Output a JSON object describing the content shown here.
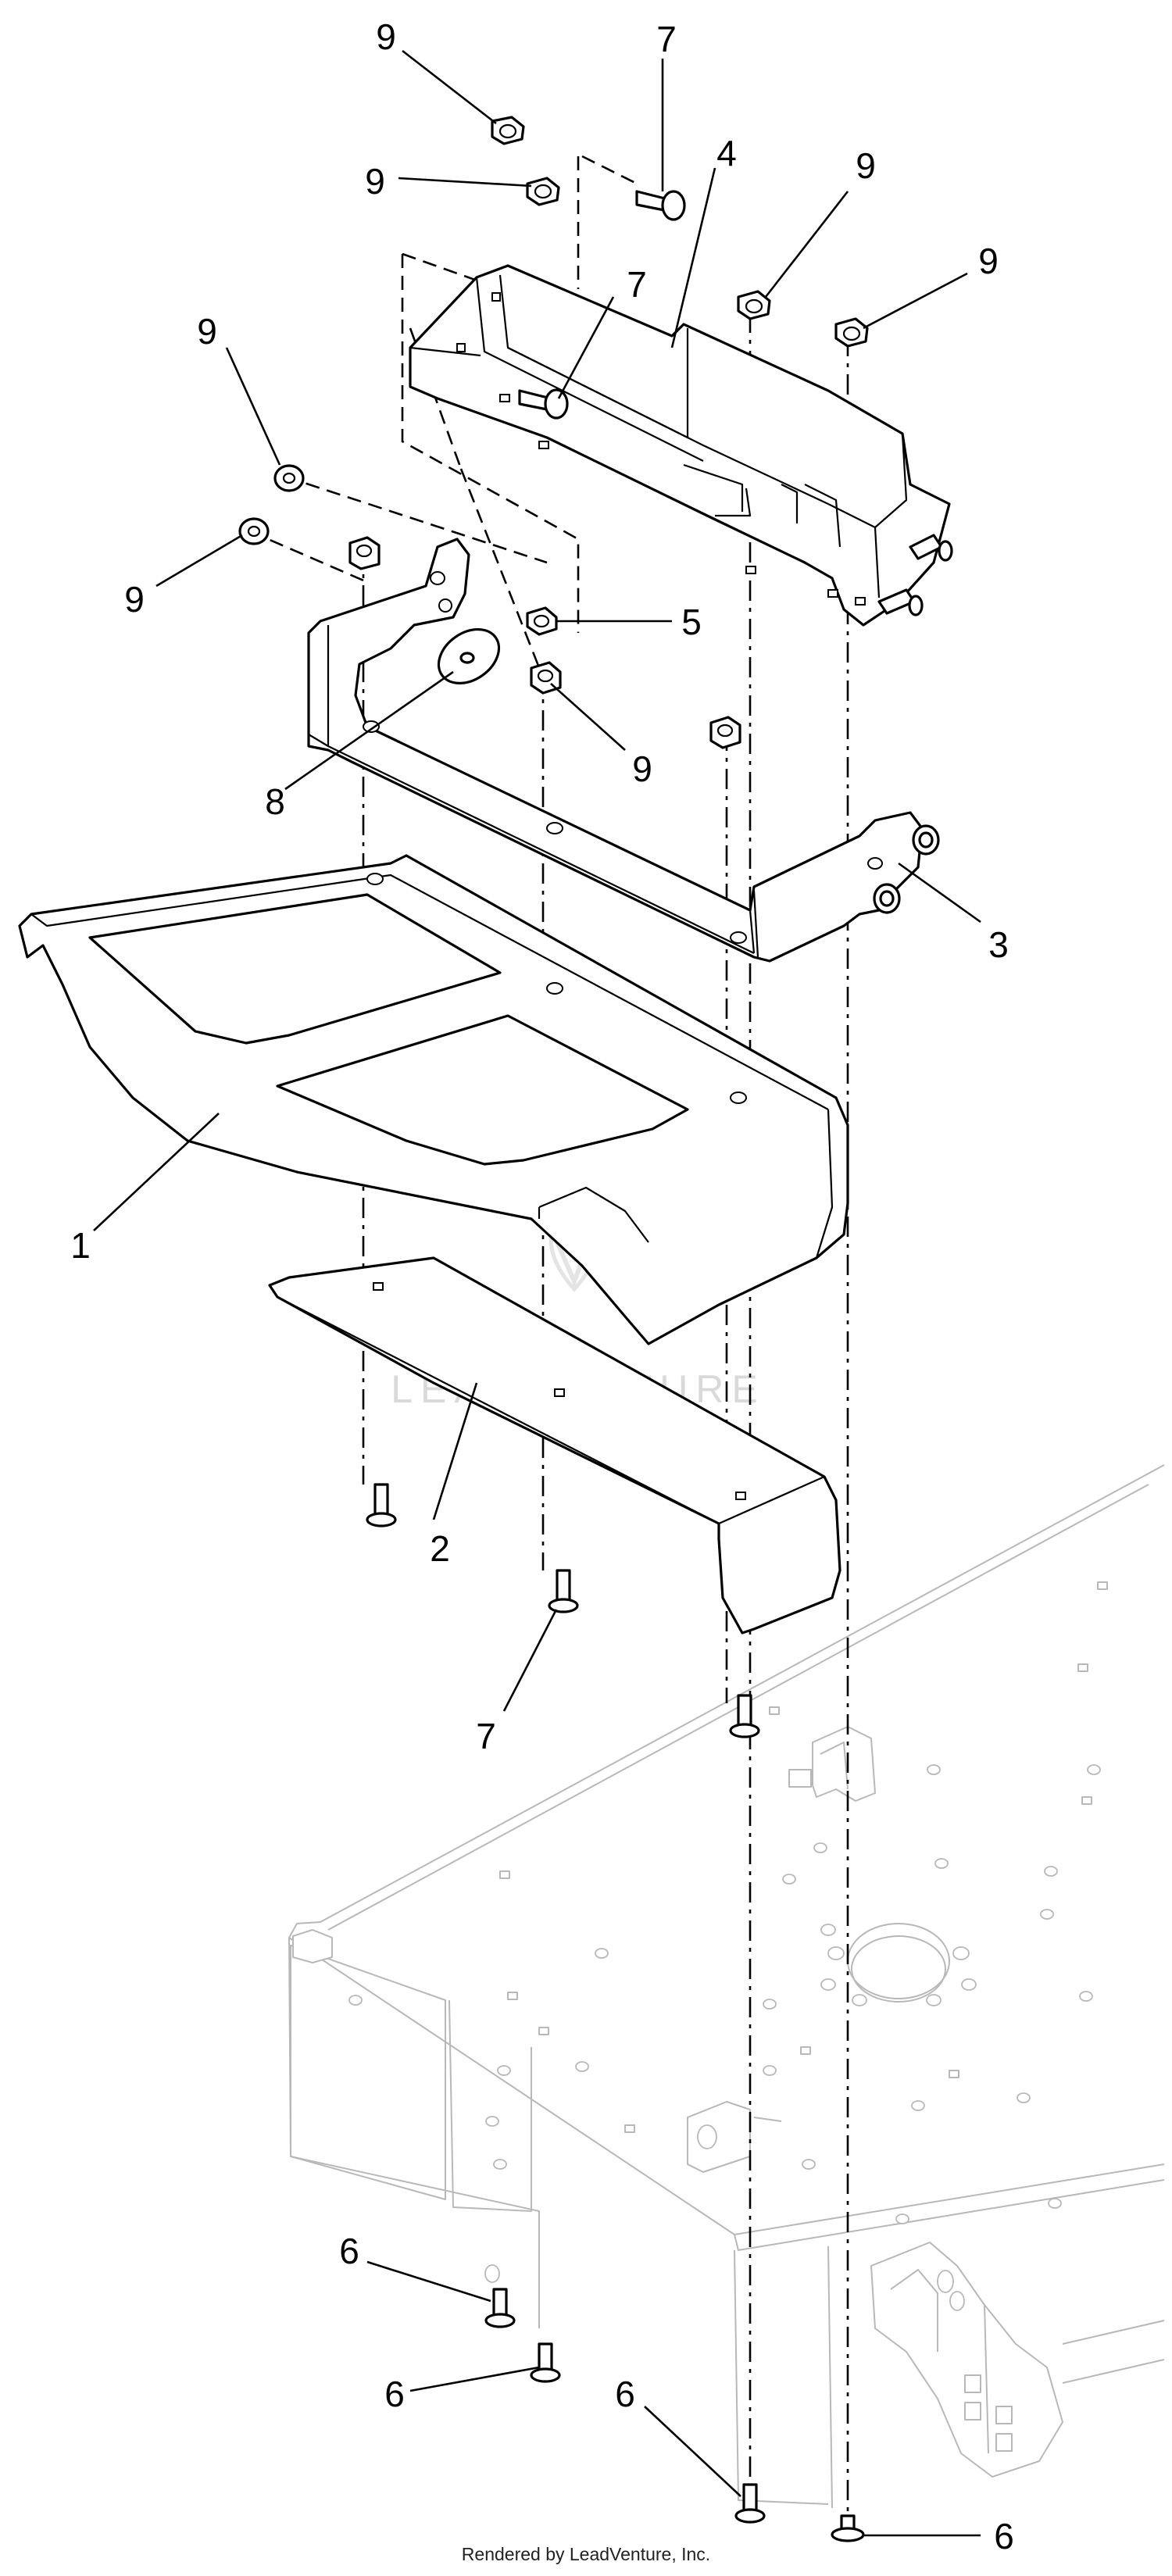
{
  "callouts": [
    {
      "id": "c1",
      "label": "1"
    },
    {
      "id": "c2",
      "label": "2"
    },
    {
      "id": "c3",
      "label": "3"
    },
    {
      "id": "c4",
      "label": "4"
    },
    {
      "id": "c5",
      "label": "5"
    },
    {
      "id": "c6a",
      "label": "6"
    },
    {
      "id": "c6b",
      "label": "6"
    },
    {
      "id": "c6c",
      "label": "6"
    },
    {
      "id": "c6d",
      "label": "6"
    },
    {
      "id": "c7a",
      "label": "7"
    },
    {
      "id": "c7b",
      "label": "7"
    },
    {
      "id": "c7c",
      "label": "7"
    },
    {
      "id": "c8",
      "label": "8"
    },
    {
      "id": "c9a",
      "label": "9"
    },
    {
      "id": "c9b",
      "label": "9"
    },
    {
      "id": "c9c",
      "label": "9"
    },
    {
      "id": "c9d",
      "label": "9"
    },
    {
      "id": "c9e",
      "label": "9"
    },
    {
      "id": "c9f",
      "label": "9"
    },
    {
      "id": "c9g",
      "label": "9"
    }
  ],
  "watermark": "LEADVENTURE",
  "footer": "Rendered by LeadVenture, Inc."
}
